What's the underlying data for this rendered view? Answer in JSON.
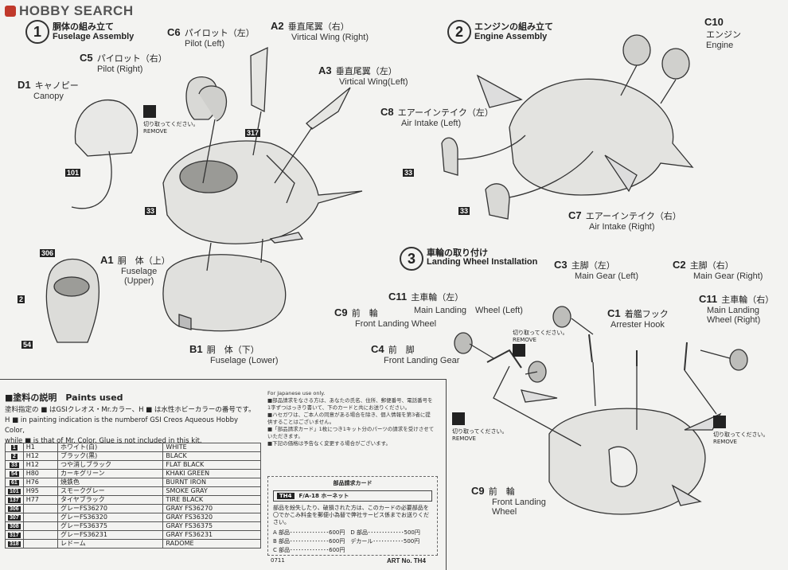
{
  "logo": {
    "text": "HOBBY SEARCH"
  },
  "steps": [
    {
      "num": "1",
      "jp": "胴体の組み立て",
      "en": "Fuselage Assembly"
    },
    {
      "num": "2",
      "jp": "エンジンの組み立て",
      "en": "Engine Assembly"
    },
    {
      "num": "3",
      "jp": "車輪の取り付け",
      "en": "Landing Wheel Installation"
    }
  ],
  "parts": {
    "c6": {
      "code": "C6",
      "jp": "パイロット（左）",
      "en": "Pilot (Left)"
    },
    "a2": {
      "code": "A2",
      "jp": "垂直尾翼（右）",
      "en": "Virtical Wing (Right)"
    },
    "c5": {
      "code": "C5",
      "jp": "パイロット（右）",
      "en": "Pilot (Right)"
    },
    "a3": {
      "code": "A3",
      "jp": "垂直尾翼（左）",
      "en": "Virtical Wing(Left)"
    },
    "d1": {
      "code": "D1",
      "jp": "キャノピー",
      "en": "Canopy"
    },
    "a1": {
      "code": "A1",
      "jp": "胴　体（上）",
      "en1": "Fuselage",
      "en2": "(Upper)"
    },
    "b1": {
      "code": "B1",
      "jp": "胴　体（下）",
      "en": "Fuselage (Lower)"
    },
    "c10": {
      "code": "C10",
      "jp": "エンジン",
      "en": "Engine"
    },
    "c8": {
      "code": "C8",
      "jp": "エアーインテイク（左）",
      "en": "Air Intake (Left)"
    },
    "c7": {
      "code": "C7",
      "jp": "エアーインテイク（右）",
      "en": "Air Intake (Right)"
    },
    "c3": {
      "code": "C3",
      "jp": "主脚（左）",
      "en": "Main Gear (Left)"
    },
    "c2": {
      "code": "C2",
      "jp": "主脚（右）",
      "en": "Main Gear (Right)"
    },
    "c11l": {
      "code": "C11",
      "jp": "主車輪（左）",
      "en": "Main Landing　Wheel (Left)"
    },
    "c11r": {
      "code": "C11",
      "jp": "主車輪（右）",
      "en1": "Main Landing",
      "en2": "Wheel (Right)"
    },
    "c9a": {
      "code": "C9",
      "jp": "前　輪",
      "en": "Front Landing Wheel"
    },
    "c1": {
      "code": "C1",
      "jp": "着艦フック",
      "en": "Arrester Hook"
    },
    "c4": {
      "code": "C4",
      "jp": "前　脚",
      "en": "Front Landing Gear"
    },
    "c9b": {
      "code": "C9",
      "jp": "前　輪",
      "en1": "Front Landing",
      "en2": "Wheel"
    }
  },
  "color_callouts": {
    "n317": "317",
    "n101": "101",
    "n33a": "33",
    "n33b": "33",
    "n33c": "33",
    "n306": "306",
    "n2": "2",
    "n54": "54"
  },
  "remove": {
    "jp": "切り取ってください。",
    "en": "REMOVE"
  },
  "paints": {
    "title": "■塗料の説明　Paints used",
    "note_jp": "塗料指定の ■ はGSIクレオス・Mr.カラー、H ■ は水性ホビーカラーの番号です。",
    "note_en1": "H ■ in painting indication is the numberof GSI Creos Aqueous Hobby Color,",
    "note_en2": "while ■ is that of  Mr. Color. Glue is not included in this kit.",
    "rows": [
      {
        "code": "1",
        "h": "H1",
        "jp": "ホワイト(白)",
        "en": "WHITE"
      },
      {
        "code": "2",
        "h": "H12",
        "jp": "ブラック(黒)",
        "en": "BLACK"
      },
      {
        "code": "33",
        "h": "H12",
        "jp": "つや消しブラック",
        "en": "FLAT BLACK"
      },
      {
        "code": "54",
        "h": "H80",
        "jp": "カーキグリーン",
        "en": "KHAKI GREEN"
      },
      {
        "code": "61",
        "h": "H76",
        "jp": "焼鉄色",
        "en": "BURNT IRON"
      },
      {
        "code": "101",
        "h": "H95",
        "jp": "スモークグレー",
        "en": "SMOKE GRAY"
      },
      {
        "code": "137",
        "h": "H77",
        "jp": "タイヤブラック",
        "en": "TIRE BLACK"
      },
      {
        "code": "306",
        "h": "",
        "jp": "グレーFS36270",
        "en": "GRAY FS36270"
      },
      {
        "code": "307",
        "h": "",
        "jp": "グレーFS36320",
        "en": "GRAY FS36320"
      },
      {
        "code": "308",
        "h": "",
        "jp": "グレーFS36375",
        "en": "GRAY FS36375"
      },
      {
        "code": "317",
        "h": "",
        "jp": "グレーFS36231",
        "en": "GRAY FS36231"
      },
      {
        "code": "318",
        "h": "",
        "jp": "レドーム",
        "en": "RADOME"
      }
    ]
  },
  "notice": {
    "head": "For Japanese use only.",
    "lines": [
      "■部品請求をなさる方は、あなたの氏名、住所、郵便番号、電話番号を1字ずつはっきり書いて、下のカードと共にお送りください。",
      "■ハセガワは、ご本人の同意がある場合を除き、個人情報を第3者に提供することはございません。",
      "■「部品請求カード」1枚につき1キット分のパーツの請求を受けさせていただきます。",
      "■下記の価格は予告なく変更する場合がございます。"
    ]
  },
  "card": {
    "header": "部品請求カード",
    "kit_code": "TH4",
    "kit_name": "F/A-18 ホーネット",
    "desc": "部品を紛失したり、破損された方は、このカードの必要部品を〇でかこみ料金を郵便小為替で弊社サービス係までお送りください。",
    "row1": "A 部品･･････････････600円　D 部品･････････････500円",
    "row2": "B 部品･･････････････600円　デカール･･･････････500円",
    "row3": "C 部品･･････････････600円"
  },
  "order_no": "0711",
  "art_no": "ART No. TH4"
}
